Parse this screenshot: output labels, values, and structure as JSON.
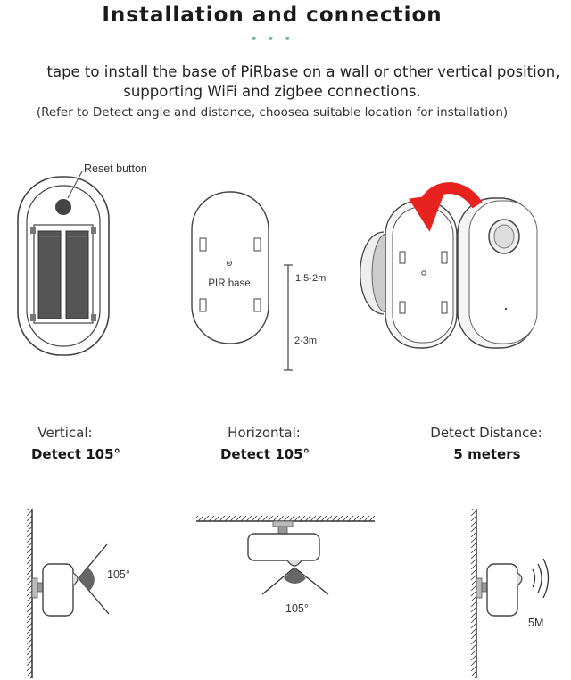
{
  "title": "Installation and connection",
  "dots": "• • •",
  "intro": {
    "line1": "tape to install the base of PiRbase on a wall or other vertical position,",
    "line2": "supporting WiFi and zigbee connections.",
    "line3": "(Refer to Detect angle and distance, choosea suitable location for installation)"
  },
  "labels": {
    "reset_button": "Reset button",
    "pir_base": "PIR base",
    "height_top": "1.5-2m",
    "height_bottom": "2-3m"
  },
  "detect": {
    "vertical": {
      "heading": "Vertical:",
      "value": "Detect 105°",
      "angle_label": "105°"
    },
    "horizontal": {
      "heading": "Horizontal:",
      "value": "Detect 105°",
      "angle_label": "105°"
    },
    "distance": {
      "heading": "Detect Distance:",
      "value": "5 meters",
      "range_label": "5M"
    }
  }
}
